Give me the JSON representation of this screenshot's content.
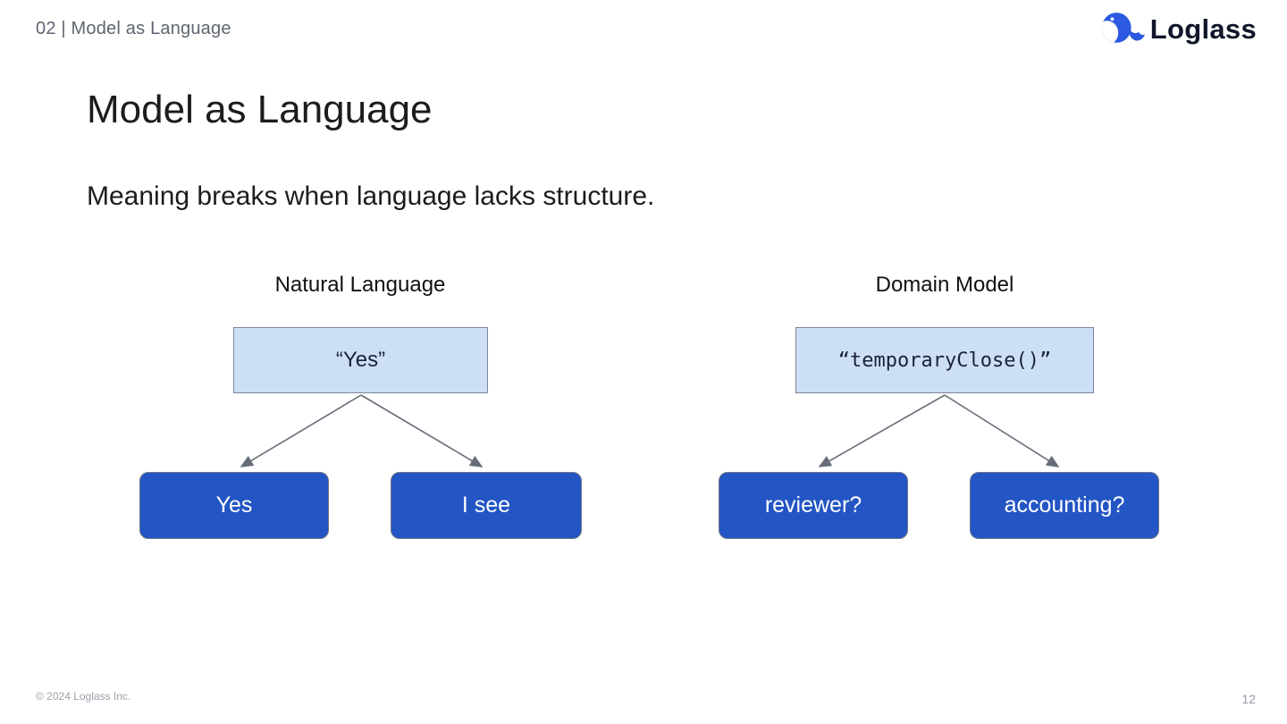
{
  "header": {
    "breadcrumb": "02 | Model as Language"
  },
  "logo": {
    "wordmark": "Loglass",
    "icon": "whale-icon",
    "icon_color": "#2b59e0"
  },
  "slide": {
    "title": "Model as Language",
    "subtitle": "Meaning breaks when language lacks structure."
  },
  "diagrams": [
    {
      "heading": "Natural Language",
      "parent": "“Yes”",
      "children": [
        "Yes",
        "I see"
      ]
    },
    {
      "heading": "Domain Model",
      "parent": "“temporaryClose()”",
      "parent_font": "monospace",
      "children": [
        "reviewer?",
        "accounting?"
      ]
    }
  ],
  "colors": {
    "parent_box_bg": "#cddff6",
    "parent_box_border": "#7c8799",
    "child_box_bg": "#2355c4",
    "child_box_text": "#ffffff",
    "arrow": "#666d79",
    "accent_blue": "#2b59e0"
  },
  "footer": {
    "copyright": "© 2024 Loglass Inc.",
    "page_number": "12"
  }
}
